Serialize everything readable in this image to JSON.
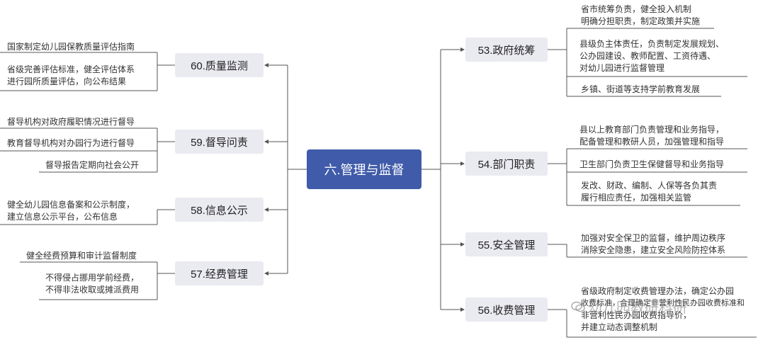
{
  "root": "六.管理与监督",
  "right": [
    {
      "label": "53.政府统筹",
      "leaves": [
        [
          "省市统筹负责，健全投入机制",
          "明确分担职责，制定政策并实施"
        ],
        [
          "县级负主体责任，负责制定发展规划、",
          "公办园建设、教师配置、工资待遇、",
          "对幼儿园进行监督管理"
        ],
        [
          "乡镇、街道等支持学前教育发展"
        ]
      ]
    },
    {
      "label": "54.部门职责",
      "leaves": [
        [
          "县以上教育部门负责管理和业务指导，",
          "配备管理和教研人员，加强管理和指导"
        ],
        [
          "卫生部门负责卫生保健督导和业务指导"
        ],
        [
          "发改、财政、编制、人保等各负其责",
          "履行相应责任，加强相关监管"
        ]
      ]
    },
    {
      "label": "55.安全管理",
      "leaves": [
        [
          "加强对安全保卫的监督，维护周边秩序",
          "消除安全隐患，建立安全风险防控体系"
        ]
      ]
    },
    {
      "label": "56.收费管理",
      "leaves": [
        [
          "省级政府制定收费管理办法，确定公办园",
          "收费标准，合理确定非营利性民办园收费标准和",
          "非营利性民办园收费指导价，",
          "并建立动态调整机制"
        ]
      ]
    }
  ],
  "left": [
    {
      "label": "60.质量监测",
      "leaves": [
        [
          "国家制定幼儿园保教质量评估指南"
        ],
        [
          "省级完善评估标准，健全评估体系",
          "进行园所质量评估，向公布结果"
        ]
      ]
    },
    {
      "label": "59.督导问责",
      "leaves": [
        [
          "督导机构对政府履职情况进行督导"
        ],
        [
          "教育督导机构对办园行为进行督导"
        ],
        [
          "督导报告定期向社会公开"
        ]
      ]
    },
    {
      "label": "58.信息公示",
      "leaves": [
        [
          "健全幼儿园信息备案和公示制度，",
          "建立信息公示平台，公布信息"
        ]
      ]
    },
    {
      "label": "57.经费管理",
      "leaves": [
        [
          "健全经费预算和审计监督制度"
        ],
        [
          "不得侵占挪用学前经费，",
          "不得非法收取或摊派费用"
        ]
      ]
    }
  ],
  "watermark": "幼儿园教研科研",
  "colors": {
    "root_bg": "#3f5ba9",
    "topic_bg": "#eaeaf1",
    "line": "#555555"
  }
}
